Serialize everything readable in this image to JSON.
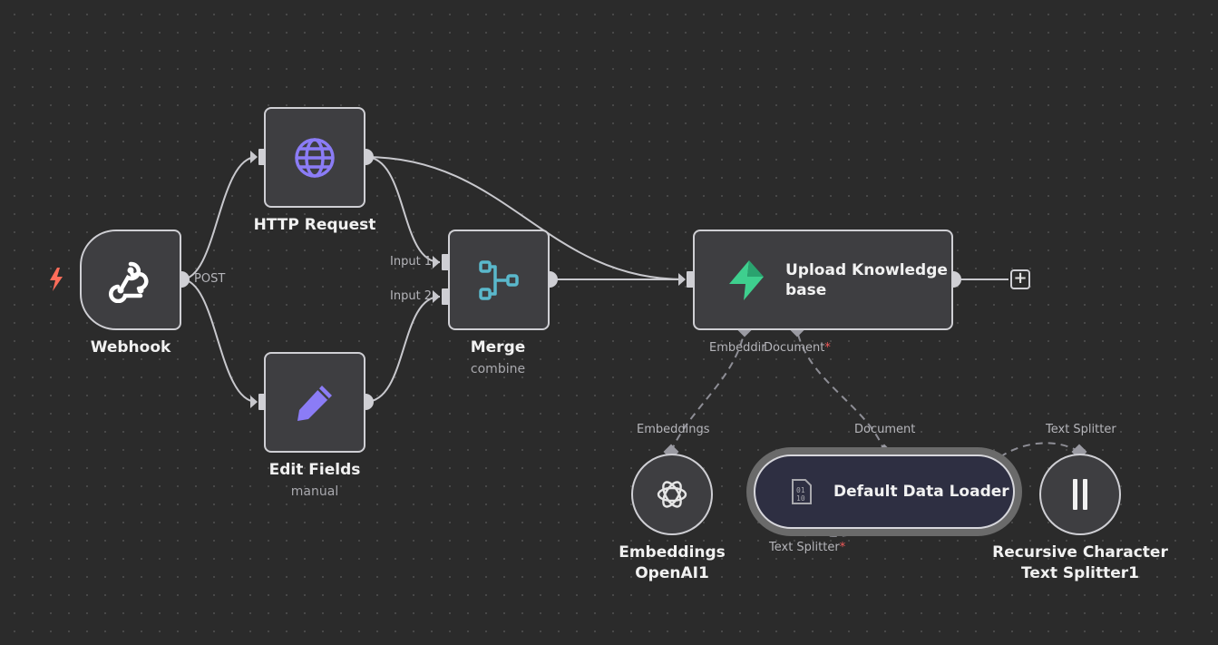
{
  "nodes": {
    "webhook": {
      "title": "Webhook",
      "output_label": "POST"
    },
    "http_request": {
      "title": "HTTP Request"
    },
    "edit_fields": {
      "title": "Edit Fields",
      "subtitle": "manual"
    },
    "merge": {
      "title": "Merge",
      "subtitle": "combine",
      "input1": "Input 1",
      "input2": "Input 2"
    },
    "upload": {
      "title_line1": "Upload Knowledge",
      "title_line2": "base",
      "embedding_port": "Embeddir",
      "document_port": "Document",
      "required_mark": "*"
    },
    "embeddings": {
      "title_line1": "Embeddings",
      "title_line2": "OpenAI1",
      "port": "Embeddings"
    },
    "loader": {
      "title": "Default Data Loader",
      "top_port": "Document",
      "bottom_port": "Text Splitter",
      "required_mark": "*"
    },
    "splitter": {
      "title_line1": "Recursive Character",
      "title_line2": "Text Splitter1",
      "port": "Text Splitter"
    }
  },
  "add_button": "+",
  "colors": {
    "canvas": "#2b2b2b",
    "node_fill": "#3e3e41",
    "node_border": "#cfcfd4",
    "edge": "#c8c8cd",
    "sub_edge": "#8e8e96",
    "globe_icon": "#8b7cf6",
    "pencil_icon": "#8b7cf6",
    "merge_icon": "#5ab8cc",
    "supabase_icon": "#3ecf8e",
    "trigger_icon": "#ff6d5a"
  }
}
